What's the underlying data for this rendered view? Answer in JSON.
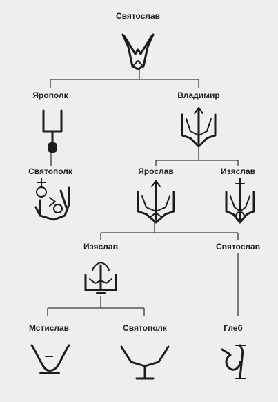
{
  "tree": {
    "nodes": [
      {
        "id": "sviatoslav",
        "label": "Святослав",
        "icon": "bident-emblem"
      },
      {
        "id": "yaropolk",
        "label": "Ярополк",
        "icon": "bident-emblem"
      },
      {
        "id": "vladimir",
        "label": "Владимир",
        "icon": "trident-emblem"
      },
      {
        "id": "sviatopolk1",
        "label": "Святополк",
        "icon": "bident-cross-emblem"
      },
      {
        "id": "yaroslav",
        "label": "Ярослав",
        "icon": "trident-emblem"
      },
      {
        "id": "izyaslav1",
        "label": "Изяслав",
        "icon": "trident-emblem"
      },
      {
        "id": "izyaslav2",
        "label": "Изяслав",
        "icon": "bident-emblem"
      },
      {
        "id": "sviatoslav2",
        "label": "Святослав",
        "icon": ""
      },
      {
        "id": "mstislav",
        "label": "Мстислав",
        "icon": "bident-emblem"
      },
      {
        "id": "sviatopolk2",
        "label": "Святополк",
        "icon": "bident-emblem"
      },
      {
        "id": "gleb",
        "label": "Глеб",
        "icon": "bident-emblem"
      }
    ]
  }
}
